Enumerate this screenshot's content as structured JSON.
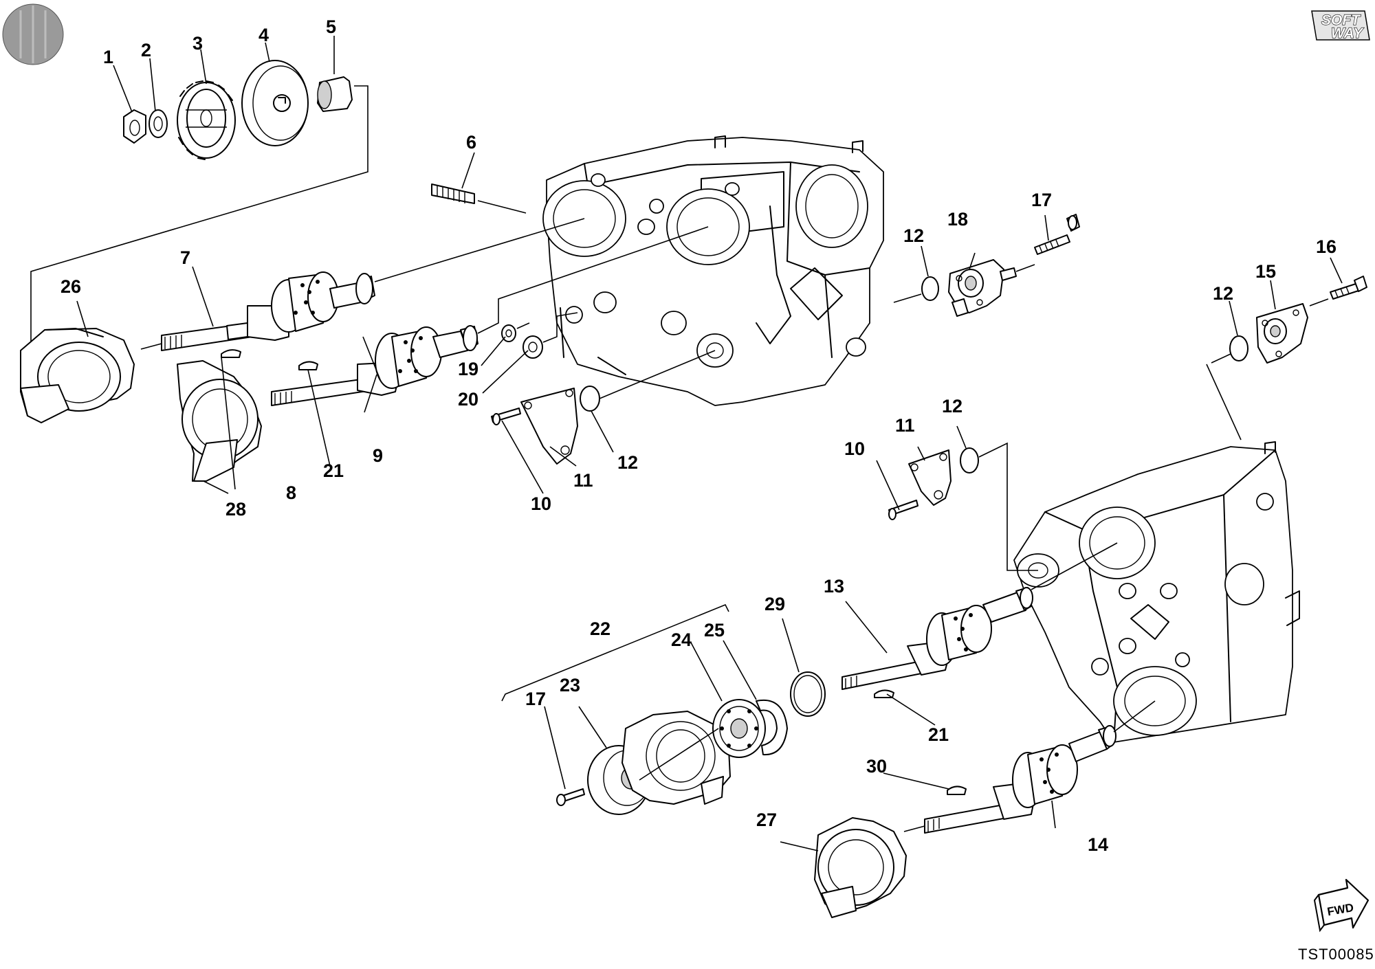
{
  "diagram": {
    "drawing_code": "TST00085",
    "logo": {
      "line1": "SOFT",
      "line2": "WAY"
    },
    "direction_label": "FWD",
    "callouts": [
      {
        "id": "c1",
        "label": "1"
      },
      {
        "id": "c2",
        "label": "2"
      },
      {
        "id": "c3",
        "label": "3"
      },
      {
        "id": "c4",
        "label": "4"
      },
      {
        "id": "c5",
        "label": "5"
      },
      {
        "id": "c6",
        "label": "6"
      },
      {
        "id": "c7",
        "label": "7"
      },
      {
        "id": "c8",
        "label": "8"
      },
      {
        "id": "c9",
        "label": "9"
      },
      {
        "id": "c10a",
        "label": "10"
      },
      {
        "id": "c10b",
        "label": "10"
      },
      {
        "id": "c11a",
        "label": "11"
      },
      {
        "id": "c11b",
        "label": "11"
      },
      {
        "id": "c12a",
        "label": "12"
      },
      {
        "id": "c12b",
        "label": "12"
      },
      {
        "id": "c12c",
        "label": "12"
      },
      {
        "id": "c12d",
        "label": "12"
      },
      {
        "id": "c13",
        "label": "13"
      },
      {
        "id": "c14",
        "label": "14"
      },
      {
        "id": "c15",
        "label": "15"
      },
      {
        "id": "c16",
        "label": "16"
      },
      {
        "id": "c17a",
        "label": "17"
      },
      {
        "id": "c17b",
        "label": "17"
      },
      {
        "id": "c18",
        "label": "18"
      },
      {
        "id": "c19",
        "label": "19"
      },
      {
        "id": "c20",
        "label": "20"
      },
      {
        "id": "c21a",
        "label": "21"
      },
      {
        "id": "c21b",
        "label": "21"
      },
      {
        "id": "c22",
        "label": "22"
      },
      {
        "id": "c23",
        "label": "23"
      },
      {
        "id": "c24",
        "label": "24"
      },
      {
        "id": "c25",
        "label": "25"
      },
      {
        "id": "c26",
        "label": "26"
      },
      {
        "id": "c27",
        "label": "27"
      },
      {
        "id": "c28",
        "label": "28"
      },
      {
        "id": "c29",
        "label": "29"
      },
      {
        "id": "c30",
        "label": "30"
      }
    ]
  }
}
